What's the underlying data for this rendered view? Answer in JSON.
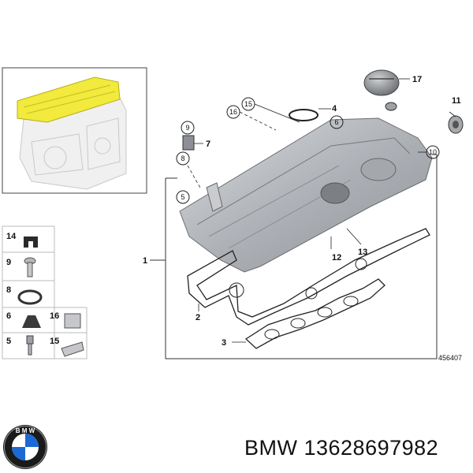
{
  "brand": {
    "text": "BMW 13628697982",
    "logo_letters": "BMW"
  },
  "diagram_code": "456407",
  "callouts": {
    "c1": "1",
    "c2": "2",
    "c3": "3",
    "c4": "4",
    "c5": "5",
    "c6": "6",
    "c7": "7",
    "c8": "8",
    "c9": "9",
    "c10": "10",
    "c11": "11",
    "c12": "12",
    "c13": "13",
    "c15": "15",
    "c16": "16",
    "c17": "17"
  },
  "parts_legend": {
    "p14": "14",
    "p9": "9",
    "p8": "8",
    "p6": "6",
    "p16": "16",
    "p5": "5",
    "p15": "15"
  },
  "colors": {
    "highlight": "#f2ea3c",
    "cover": "#b9bcc1",
    "frame": "#333333"
  }
}
